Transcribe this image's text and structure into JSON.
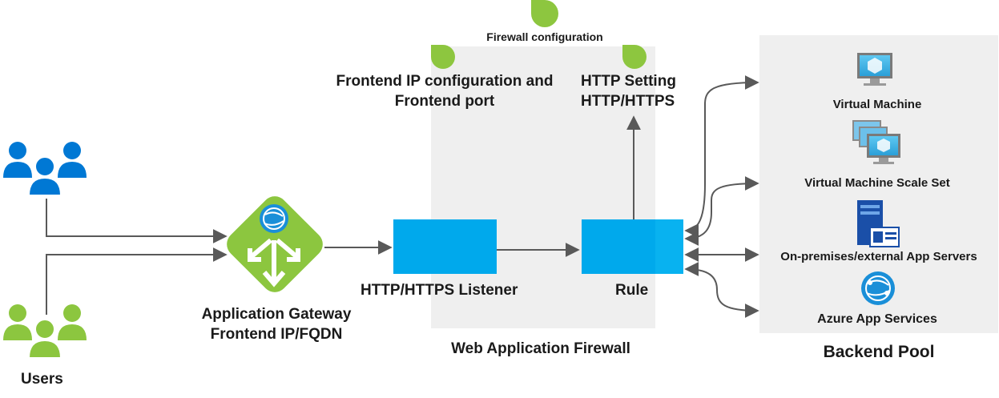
{
  "labels": {
    "firewall_configuration": "Firewall configuration",
    "frontend_ip_line1": "Frontend IP configuration and",
    "frontend_ip_line2": "Frontend port",
    "http_setting_line1": "HTTP Setting",
    "http_setting_line2": "HTTP/HTTPS",
    "listener": "HTTP/HTTPS Listener",
    "rule": "Rule",
    "app_gateway_line1": "Application Gateway",
    "app_gateway_line2": "Frontend IP/FQDN",
    "waf": "Web Application Firewall",
    "users": "Users",
    "backend_pool": "Backend Pool",
    "virtual_machine": "Virtual Machine",
    "vmss": "Virtual Machine Scale Set",
    "on_prem": "On-premises/external App Servers",
    "app_services": "Azure App Services"
  },
  "colors": {
    "blue": "#00a9ec",
    "azure_blue": "#0078d4",
    "green": "#8cc63f",
    "bubble_green": "#8dc63f",
    "panel_gray": "#efefef",
    "arrow": "#595959"
  }
}
